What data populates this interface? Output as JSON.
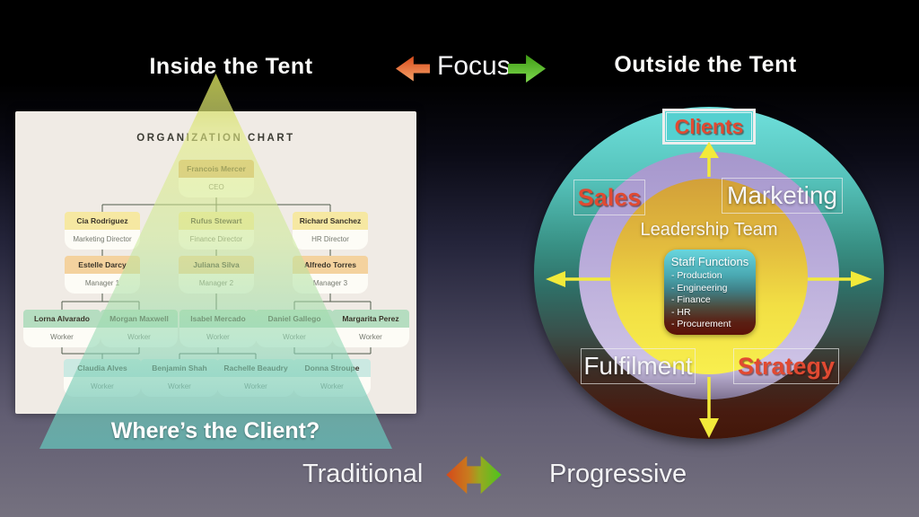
{
  "slide": {
    "heading_left": "Inside the Tent",
    "heading_right": "Outside the Tent",
    "focus_label": "Focus",
    "footer_left": "Traditional",
    "footer_right": "Progressive",
    "question": "Where’s the Client?"
  },
  "org_chart": {
    "title": "ORGANIZATION CHART",
    "ceo": {
      "name": "Francois Mercer",
      "role": "CEO"
    },
    "directors": [
      {
        "name": "Cia Rodriguez",
        "role": "Marketing Director"
      },
      {
        "name": "Rufus Stewart",
        "role": "Finance Director"
      },
      {
        "name": "Richard Sanchez",
        "role": "HR Director"
      }
    ],
    "managers": [
      {
        "name": "Estelle Darcy",
        "role": "Manager 1"
      },
      {
        "name": "Juliana Silva",
        "role": "Manager 2"
      },
      {
        "name": "Alfredo Torres",
        "role": "Manager 3"
      }
    ],
    "workers_level1": [
      {
        "name": "Lorna Alvarado",
        "role": "Worker"
      },
      {
        "name": "Morgan Maxwell",
        "role": "Worker"
      },
      {
        "name": "Isabel Mercado",
        "role": "Worker"
      },
      {
        "name": "Daniel Gallego",
        "role": "Worker"
      },
      {
        "name": "Margarita Perez",
        "role": "Worker"
      }
    ],
    "workers_level2": [
      {
        "name": "Claudia Alves",
        "role": "Worker"
      },
      {
        "name": "Benjamin Shah",
        "role": "Worker"
      },
      {
        "name": "Rachelle Beaudry",
        "role": "Worker"
      },
      {
        "name": "Donna Stroupe",
        "role": "Worker"
      }
    ]
  },
  "circle_diagram": {
    "clients": "Clients",
    "sales": "Sales",
    "marketing": "Marketing",
    "leadership": "Leadership Team",
    "staff_title": "Staff Functions",
    "staff_items": [
      "- Production",
      "- Engineering",
      "- Finance",
      "- HR",
      "- Procurement"
    ],
    "fulfilment": "Fulfilment",
    "strategy": "Strategy"
  },
  "colors": {
    "accent_red": "#e14a32",
    "arrow_yellow": "#f2ea3a",
    "arrow_orange": "#d94d1d",
    "arrow_green": "#3f9c14"
  }
}
